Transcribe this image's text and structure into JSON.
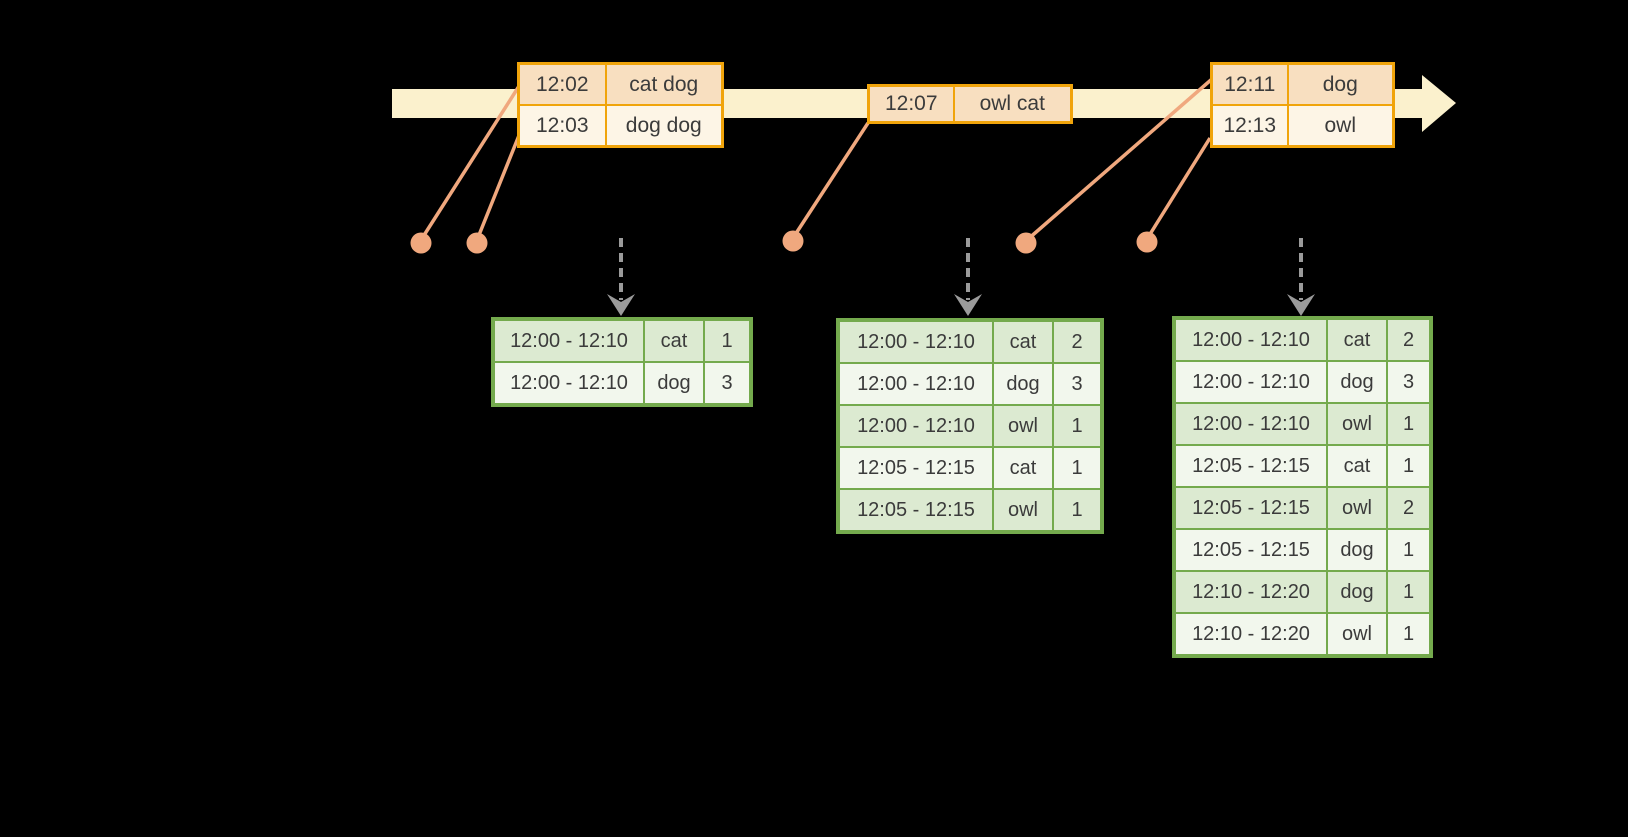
{
  "palette": {
    "bg": "#000000",
    "band": "#FBF1CD",
    "event_border": "#F0A40B",
    "event_row_dark": "#F8DFC0",
    "event_row_light": "#FDF5E6",
    "connector": "#F0A87E",
    "result_border": "#74AA4D",
    "result_row_dark": "#DCEAD1",
    "result_row_light": "#F2F7ED",
    "arrow_gray": "#9B9B9B",
    "text": "#3B3B3B"
  },
  "icons": {
    "timeline_arrow": "right-arrowhead",
    "trigger_arrow": "dashed-down-arrow",
    "event_dot": "filled-circle"
  },
  "event_tables": [
    {
      "rows": [
        [
          "12:02",
          "cat dog"
        ],
        [
          "12:03",
          "dog dog"
        ]
      ]
    },
    {
      "rows": [
        [
          "12:07",
          "owl cat"
        ]
      ]
    },
    {
      "rows": [
        [
          "12:11",
          "dog"
        ],
        [
          "12:13",
          "owl"
        ]
      ]
    }
  ],
  "result_tables": [
    {
      "rows": [
        [
          "12:00 - 12:10",
          "cat",
          "1"
        ],
        [
          "12:00 - 12:10",
          "dog",
          "3"
        ]
      ]
    },
    {
      "rows": [
        [
          "12:00 - 12:10",
          "cat",
          "2"
        ],
        [
          "12:00 - 12:10",
          "dog",
          "3"
        ],
        [
          "12:00 - 12:10",
          "owl",
          "1"
        ],
        [
          "12:05 - 12:15",
          "cat",
          "1"
        ],
        [
          "12:05 - 12:15",
          "owl",
          "1"
        ]
      ]
    },
    {
      "rows": [
        [
          "12:00 - 12:10",
          "cat",
          "2"
        ],
        [
          "12:00 - 12:10",
          "dog",
          "3"
        ],
        [
          "12:00 - 12:10",
          "owl",
          "1"
        ],
        [
          "12:05 - 12:15",
          "cat",
          "1"
        ],
        [
          "12:05 - 12:15",
          "owl",
          "2"
        ],
        [
          "12:05 - 12:15",
          "dog",
          "1"
        ],
        [
          "12:10 - 12:20",
          "dog",
          "1"
        ],
        [
          "12:10 - 12:20",
          "owl",
          "1"
        ]
      ]
    }
  ]
}
